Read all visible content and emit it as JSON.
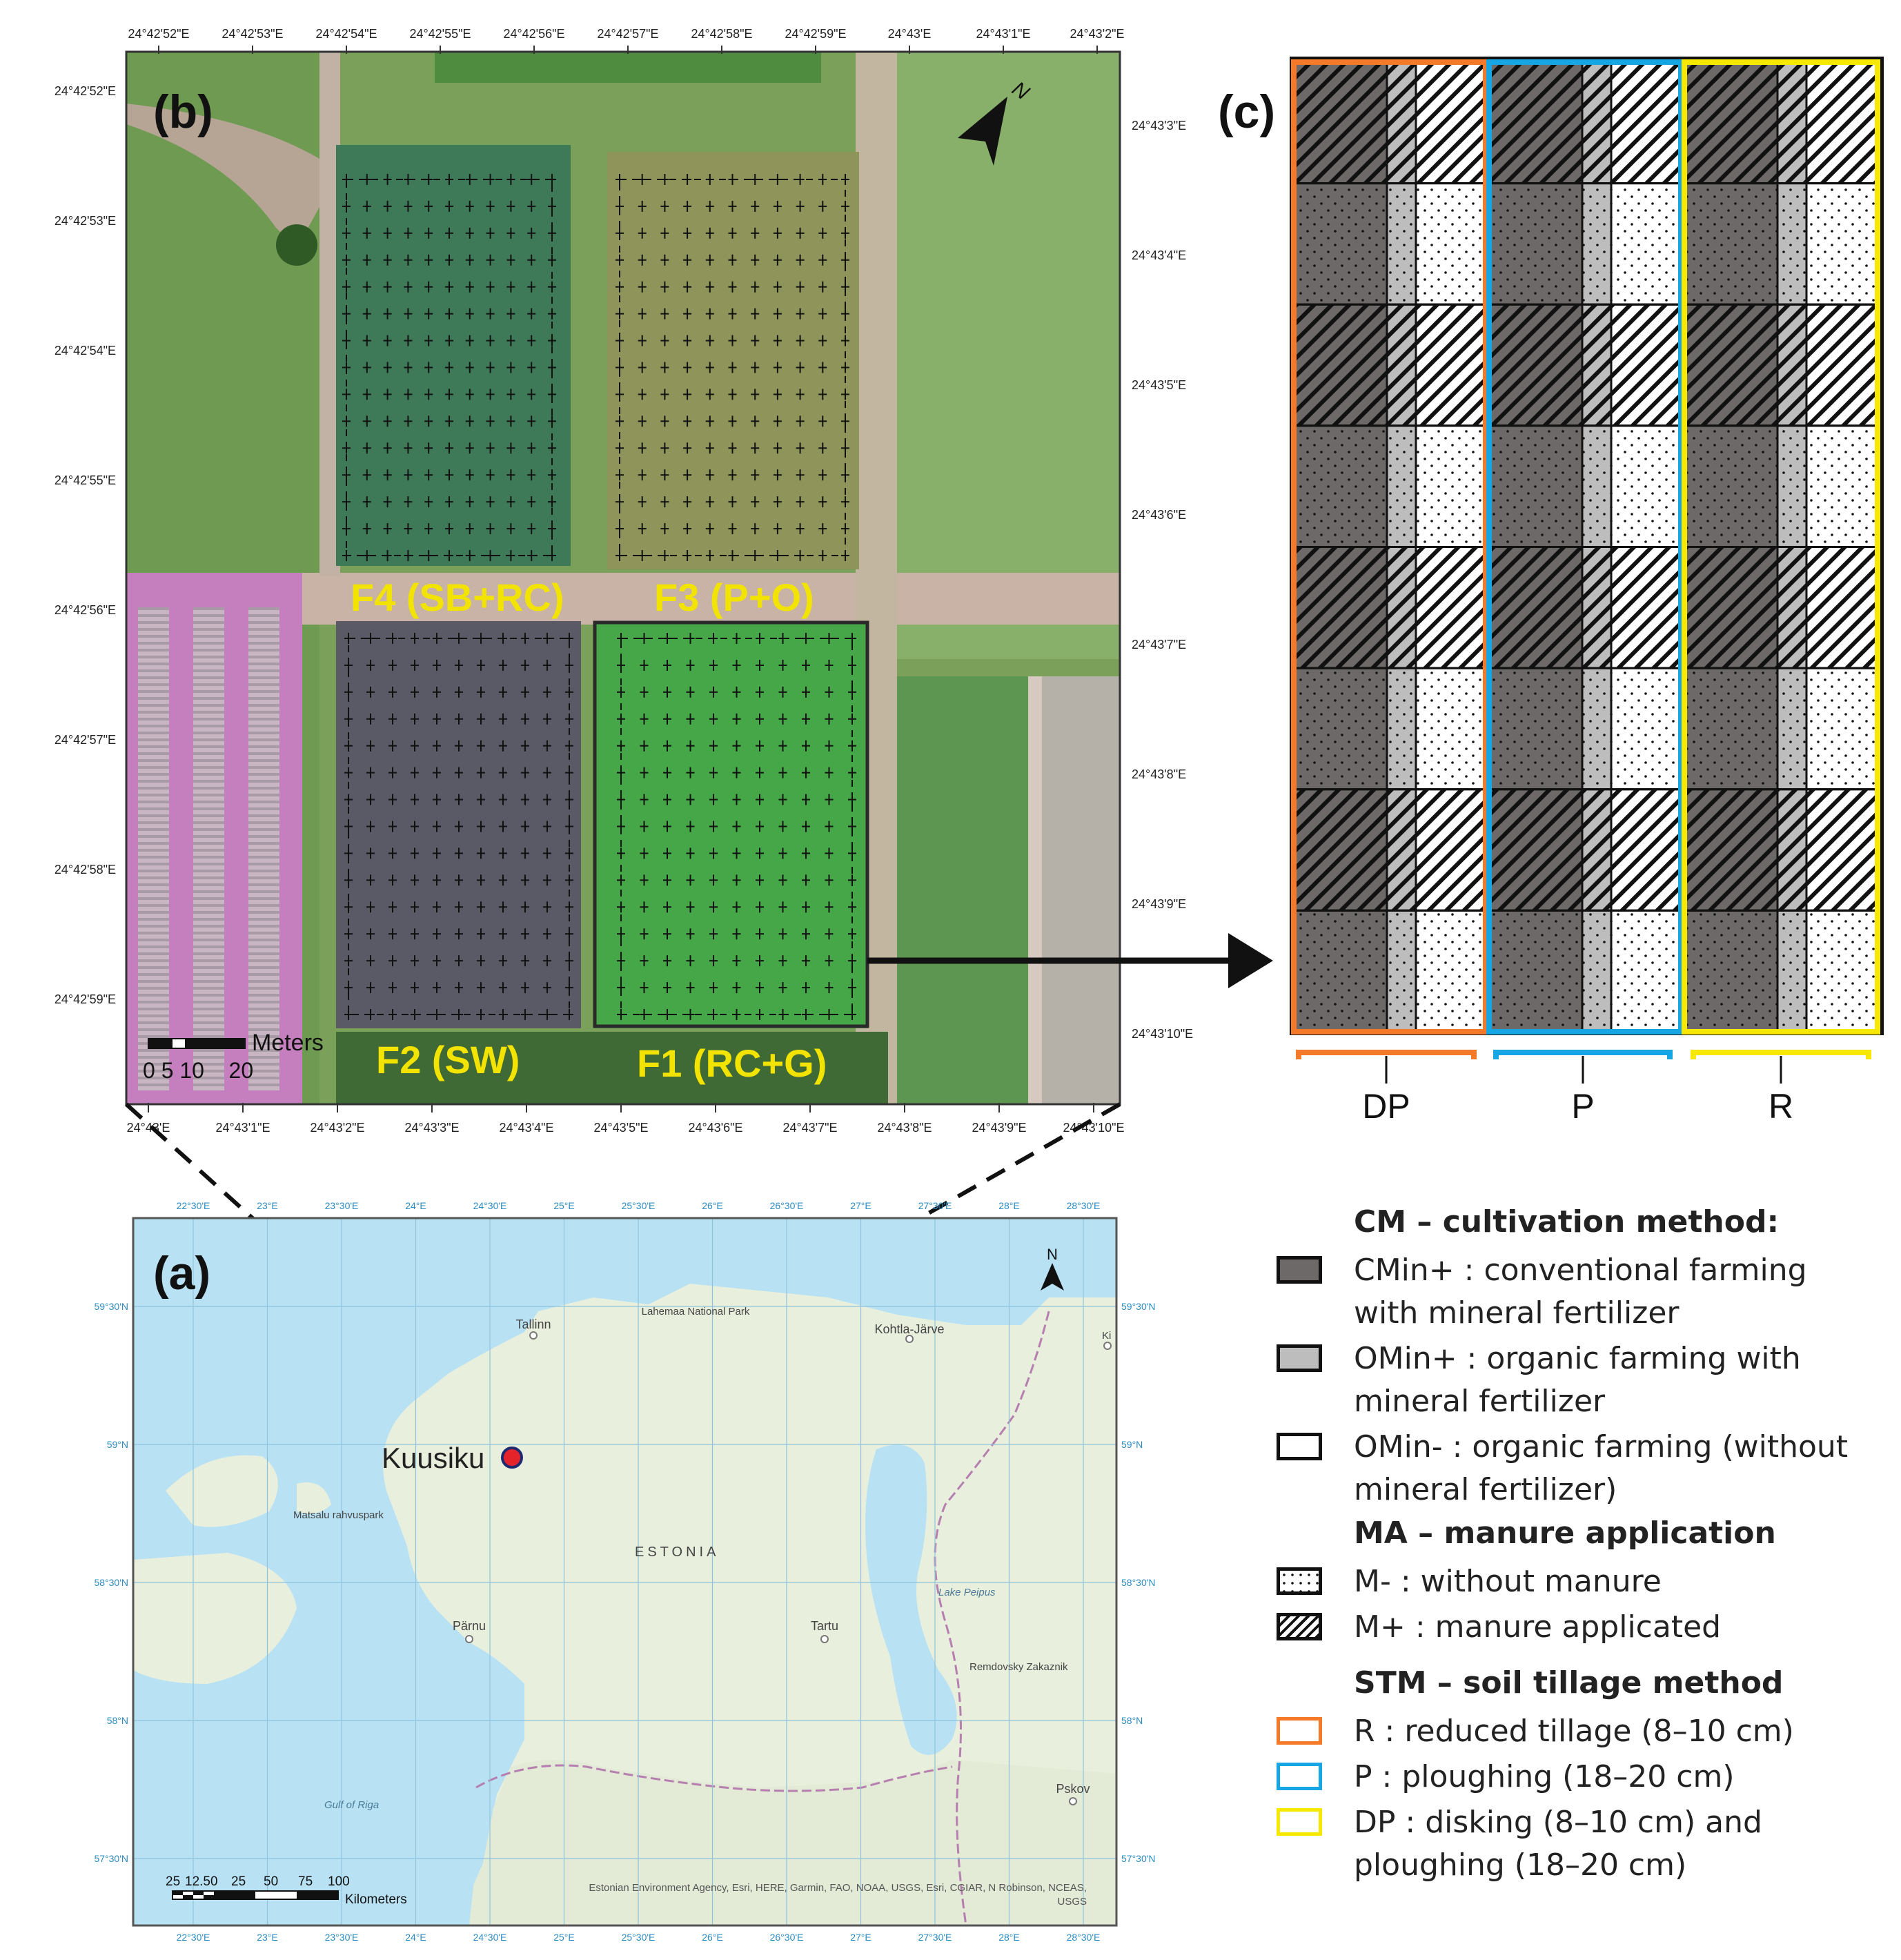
{
  "panel_b": {
    "label": "(b)",
    "top_ticks": [
      "24°42'52\"E",
      "24°42'53\"E",
      "24°42'54\"E",
      "24°42'55\"E",
      "24°42'56\"E",
      "24°42'57\"E",
      "24°42'58\"E",
      "24°42'59\"E",
      "24°43'E",
      "24°43'1\"E",
      "24°43'2\"E"
    ],
    "left_ticks": [
      "24°42'52\"E",
      "24°42'53\"E",
      "24°42'54\"E",
      "24°42'55\"E",
      "24°42'56\"E",
      "24°42'57\"E",
      "24°42'58\"E",
      "24°42'59\"E"
    ],
    "right_ticks": [
      "24°43'3\"E",
      "24°43'4\"E",
      "24°43'5\"E",
      "24°43'6\"E",
      "24°43'7\"E",
      "24°43'8\"E",
      "24°43'9\"E",
      "24°43'10\"E"
    ],
    "bottom_ticks": [
      "24°43'E",
      "24°43'1\"E",
      "24°43'2\"E",
      "24°43'3\"E",
      "24°43'4\"E",
      "24°43'5\"E",
      "24°43'6\"E",
      "24°43'7\"E",
      "24°43'8\"E",
      "24°43'9\"E",
      "24°43'10\"E"
    ],
    "north_label": "N",
    "field_labels": [
      "F4 (SB+RC)",
      "F3 (P+O)",
      "F2 (SW)",
      "F1 (RC+G)"
    ],
    "scale_title": "Meters",
    "scale_numbers": "0 5 10    20",
    "colors": {
      "field_label": "#f2e400",
      "photo_green": "#6f9a52"
    }
  },
  "panel_a": {
    "label": "(a)",
    "top_ticks": [
      "22°30'E",
      "23°E",
      "23°30'E",
      "24°E",
      "24°30'E",
      "25°E",
      "25°30'E",
      "26°E",
      "26°30'E",
      "27°E",
      "27°30'E",
      "28°E",
      "28°30'E"
    ],
    "bottom_ticks": [
      "22°30'E",
      "23°E",
      "23°30'E",
      "24°E",
      "24°30'E",
      "25°E",
      "25°30'E",
      "26°E",
      "26°30'E",
      "27°E",
      "27°30'E",
      "28°E",
      "28°30'E"
    ],
    "left_ticks": [
      "59°30'N",
      "59°N",
      "58°30'N",
      "58°N",
      "57°30'N"
    ],
    "right_ticks": [
      "59°30'N",
      "59°N",
      "58°30'N",
      "58°N",
      "57°30'N"
    ],
    "places": {
      "kuusiku": "Kuusiku",
      "tallinn": "Tallinn",
      "kohtla": "Kohtla-Järve",
      "lahemaa": "Lahemaa National Park",
      "matsalu": "Matsalu rahvuspark",
      "estonia": "ESTONIA",
      "parnu": "Pärnu",
      "tartu": "Tartu",
      "peipus": "Lake Peipus",
      "remdovsky": "Remdovsky Zakaznik",
      "pskov": "Pskov",
      "gulf": "Gulf of Riga",
      "ki": "Ki"
    },
    "north_label": "N",
    "scale_numbers": [
      "25",
      "12.50",
      "25",
      "50",
      "75",
      "100"
    ],
    "scale_title": "Kilometers",
    "attribution_1": "Estonian Environment Agency, Esri, HERE, Garmin, FAO, NOAA, USGS, Esri, CGIAR, N Robinson, NCEAS,",
    "attribution_2": "USGS",
    "colors": {
      "sea": "#b8e2f4",
      "land": "#e8efdd",
      "kuusiku_dot": "#e5232b",
      "border": "#b67fb0"
    }
  },
  "panel_c": {
    "label": "(c)",
    "group_labels": [
      "DP",
      "P",
      "R"
    ],
    "colors": {
      "DP": "#f47a2a",
      "P": "#17a6e4",
      "R": "#f6e800",
      "dark": "#6d6968",
      "light": "#bdbdbd"
    }
  },
  "legend": {
    "cm_title": "CM – cultivation method:",
    "cm_items": [
      {
        "line1": "CMin+ : conventional farming",
        "line2": "with mineral fertilizer",
        "swatch": "#6d6968"
      },
      {
        "line1": "OMin+ : organic farming with",
        "line2": "mineral fertilizer",
        "swatch": "#bdbdbd"
      },
      {
        "line1": "OMin- : organic farming (without",
        "line2": "mineral fertilizer)",
        "swatch": "#ffffff"
      }
    ],
    "ma_title": "MA – manure application",
    "ma_items": [
      {
        "text": "M- : without manure",
        "pattern": "dots"
      },
      {
        "text": "M+ : manure applicated",
        "pattern": "hatch"
      }
    ],
    "stm_title": "STM – soil tillage method",
    "stm_items": [
      {
        "line1": "R : reduced tillage (8–10 cm)",
        "line2": "",
        "color": "#f47a2a"
      },
      {
        "line1": "P : ploughing (18–20 cm)",
        "line2": "",
        "color": "#17a6e4"
      },
      {
        "line1": "DP : disking (8–10 cm) and",
        "line2": "ploughing (18–20 cm)",
        "color": "#f6e800"
      }
    ]
  }
}
